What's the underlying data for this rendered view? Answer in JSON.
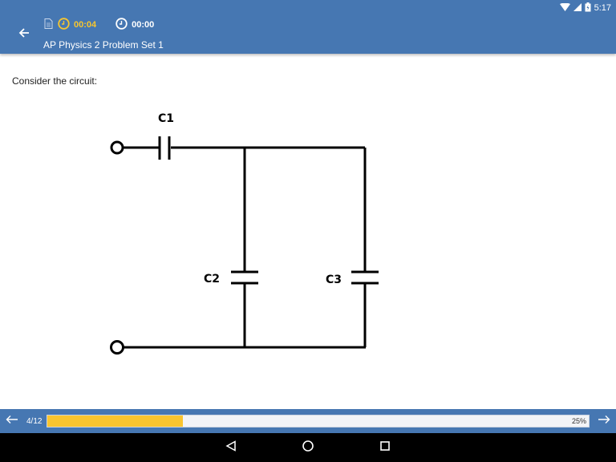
{
  "status_bar": {
    "time": "5:17",
    "icons": [
      "wifi-icon",
      "signal-icon",
      "battery-icon"
    ]
  },
  "app_bar": {
    "title": "AP Physics 2 Problem Set 1",
    "timers": {
      "question_time": "00:04",
      "total_time": "00:00"
    },
    "icons": [
      "back-arrow-icon",
      "document-icon",
      "clock-icon"
    ]
  },
  "question": {
    "text": "Consider the circuit:",
    "capacitor_labels": {
      "c1": "C1",
      "c2": "C2",
      "c3": "C3"
    }
  },
  "progress": {
    "counter": "4/12",
    "percent_label": "25%",
    "fraction": 0.25,
    "icons": [
      "previous-arrow-icon",
      "next-arrow-icon"
    ]
  },
  "system_nav": {
    "icons": [
      "back-triangle-icon",
      "home-circle-icon",
      "recents-square-icon"
    ]
  },
  "colors": {
    "bar": "#4677b2",
    "accent": "#f9c52f",
    "timer_active": "#f7c62f"
  }
}
